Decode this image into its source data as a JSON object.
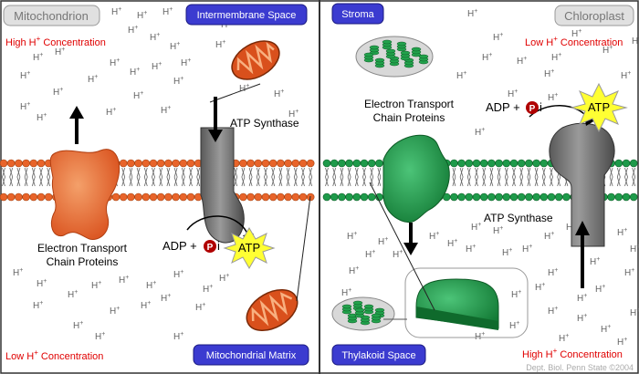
{
  "left": {
    "title": "Mitochondrion",
    "top_label": "Intermembrane Space",
    "high": {
      "prefix": "High H",
      "sup": "+",
      "suffix": " Concentration"
    },
    "low": {
      "prefix": "Low H",
      "sup": "+",
      "suffix": " Concentration"
    },
    "atp_synthase": "ATP Synthase",
    "etc": [
      "Electron Transport",
      "Chain Proteins"
    ],
    "adp": "ADP +",
    "p": "P",
    "i": "i",
    "atp": "ATP",
    "bottom_label": "Mitochondrial Matrix"
  },
  "right": {
    "title": "Chloroplast",
    "top_label": "Stroma",
    "low": {
      "prefix": "Low H",
      "sup": "+",
      "suffix": " Concentration"
    },
    "high": {
      "prefix": "High H",
      "sup": "+",
      "suffix": " Concentration"
    },
    "etc": [
      "Electron Transport",
      "Chain Proteins"
    ],
    "adp": "ADP +",
    "p": "P",
    "i": "i",
    "atp": "ATP",
    "atp_synthase": "ATP Synthase",
    "bottom_label": "Thylakoid Space"
  },
  "proton": {
    "base": "H",
    "sup": "+"
  },
  "credit": "Dept. Biol. Penn State ©2004",
  "colors": {
    "orange": "#e8642a",
    "green": "#1e9a4a",
    "gray": "#7a7a7a",
    "blue_label": "#3b3bd0",
    "red_text": "#e00000",
    "atp_star": "#ffff33"
  }
}
